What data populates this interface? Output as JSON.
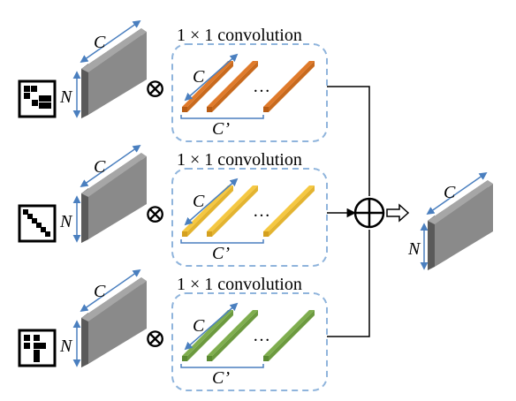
{
  "labels": {
    "conv_title": "1 × 1 convolution",
    "channel": "C",
    "nodes": "N",
    "out_channel": "C’",
    "ellipsis": "…"
  },
  "branches": [
    {
      "name": "top",
      "kernel_color": "#e07a2a",
      "kernel_shade": "#b85c14",
      "matrix_icon": "scattered-blocks"
    },
    {
      "name": "middle",
      "kernel_color": "#f5c842",
      "kernel_shade": "#d4a020",
      "matrix_icon": "diagonal-blocks"
    },
    {
      "name": "bottom",
      "kernel_color": "#7fae4e",
      "kernel_shade": "#5b8a32",
      "matrix_icon": "vertical-blocks"
    }
  ],
  "operators": {
    "multiply": "⊗",
    "sum": "⊕",
    "implies": "⇨"
  },
  "colors": {
    "tensor_front": "#7f7f7f",
    "tensor_side": "#5a5a5a",
    "tensor_top": "#a6a6a6",
    "dim_arrow": "#4a7fbf",
    "dashed_box": "#8fb4dc"
  }
}
